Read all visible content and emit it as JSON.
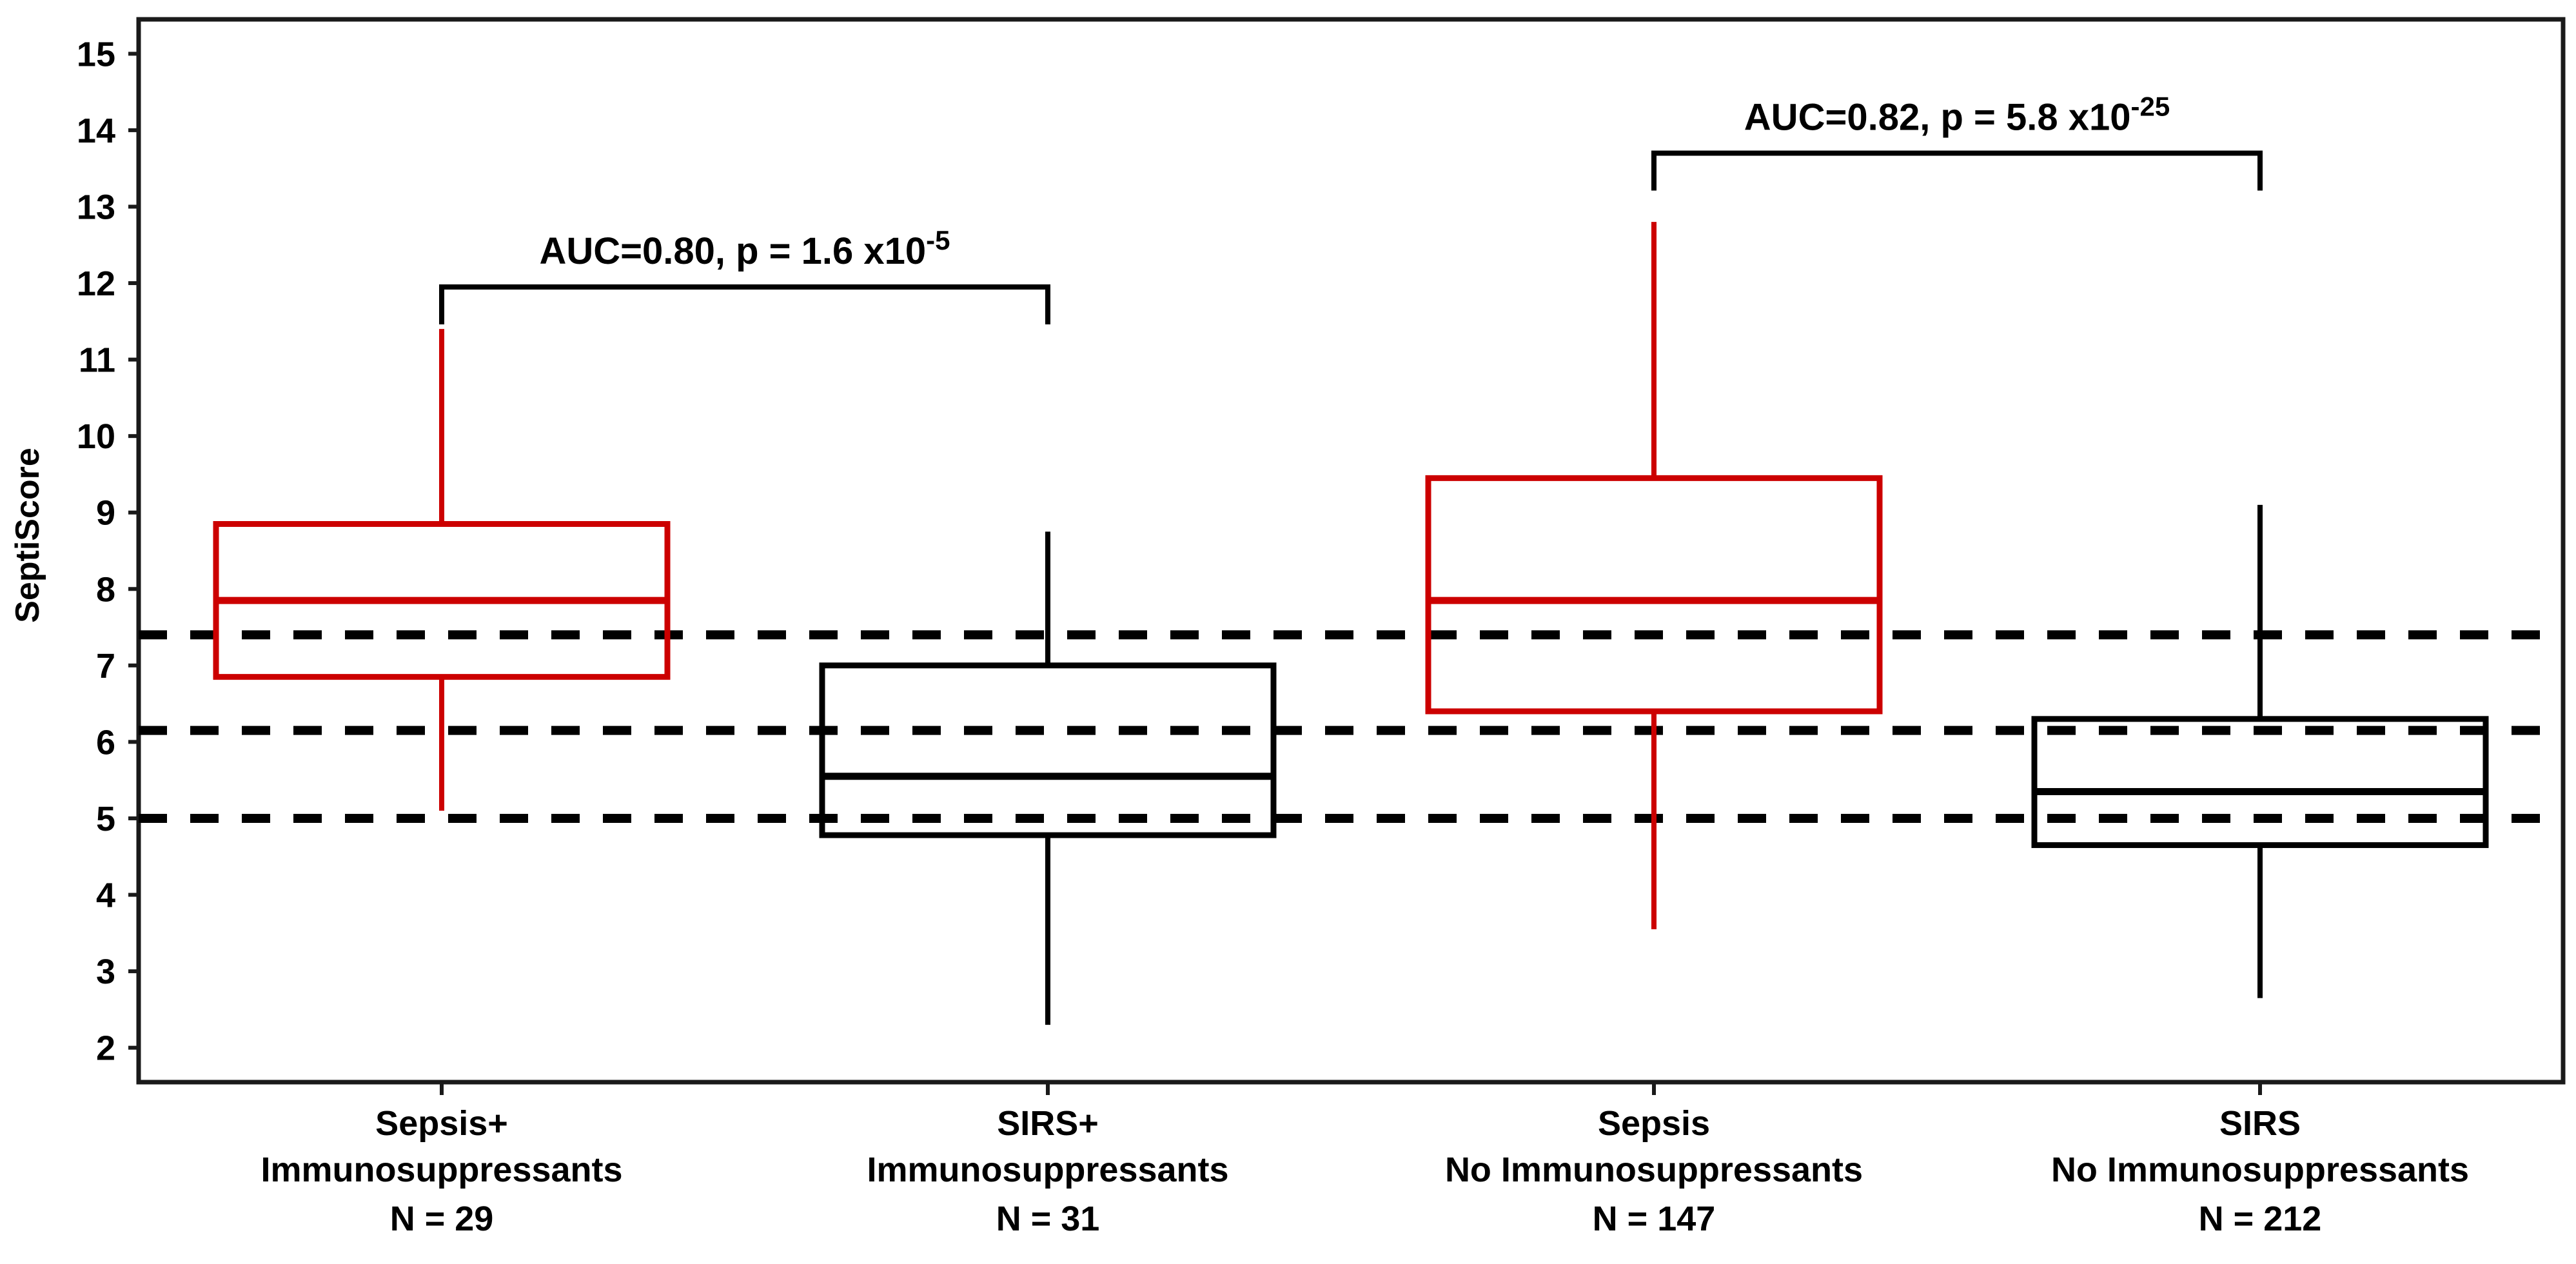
{
  "chart_data": {
    "type": "box",
    "title": "",
    "xlabel": "",
    "ylabel": "SeptiScore",
    "ylim": [
      1.55,
      15.45
    ],
    "yticks": [
      15,
      14,
      13,
      12,
      11,
      10,
      9,
      8,
      7,
      6,
      5,
      4,
      3,
      2
    ],
    "ytick_labels": [
      "15",
      "14",
      "13",
      "12",
      "11",
      "10",
      "9",
      "8",
      "7",
      "6",
      "5",
      "4",
      "3",
      "2"
    ],
    "grid": false,
    "legend": "none",
    "reference_lines": {
      "style": "dashed",
      "color": "#000000",
      "values": [
        7.4,
        6.15,
        5.0
      ]
    },
    "categories": [
      {
        "id": "sepsis-immunosuppressants",
        "label_line1": "Sepsis+",
        "label_line2": "Immunosuppressants",
        "label_line3": "N = 29",
        "n": 29,
        "color": "#CC0000"
      },
      {
        "id": "sirs-immunosuppressants",
        "label_line1": "SIRS+",
        "label_line2": "Immunosuppressants",
        "label_line3": "N = 31",
        "n": 31,
        "color": "#000000"
      },
      {
        "id": "sepsis-no-immunosuppressants",
        "label_line1": "Sepsis",
        "label_line2": "No Immunosuppressants",
        "label_line3": "N = 147",
        "n": 147,
        "color": "#CC0000"
      },
      {
        "id": "sirs-no-immunosuppressants",
        "label_line1": "SIRS",
        "label_line2": "No Immunosuppressants",
        "label_line3": "N = 212",
        "n": 212,
        "color": "#000000"
      }
    ],
    "boxes": [
      {
        "category": "sepsis-immunosuppressants",
        "whisker_low": 5.1,
        "q1": 6.85,
        "median": 7.85,
        "q3": 8.85,
        "whisker_high": 11.4,
        "color": "#CC0000"
      },
      {
        "category": "sirs-immunosuppressants",
        "whisker_low": 2.3,
        "q1": 4.78,
        "median": 5.55,
        "q3": 7.0,
        "whisker_high": 8.75,
        "color": "#000000"
      },
      {
        "category": "sepsis-no-immunosuppressants",
        "whisker_low": 3.55,
        "q1": 6.4,
        "median": 7.85,
        "q3": 9.45,
        "whisker_high": 12.8,
        "color": "#CC0000"
      },
      {
        "category": "sirs-no-immunosuppressants",
        "whisker_low": 2.65,
        "q1": 4.65,
        "median": 5.35,
        "q3": 6.3,
        "whisker_high": 9.1,
        "color": "#000000"
      }
    ],
    "annotations": [
      {
        "id": "comparison-1",
        "from_category": "sepsis-immunosuppressants",
        "to_category": "sirs-immunosuppressants",
        "auc_text": "AUC=0.80, p = 1.6 x10",
        "exponent": "-5",
        "auc": 0.8,
        "p_value": "1.6e-5",
        "bracket_y": 11.95
      },
      {
        "id": "comparison-2",
        "from_category": "sepsis-no-immunosuppressants",
        "to_category": "sirs-no-immunosuppressants",
        "auc_text": "AUC=0.82, p = 5.8 x10",
        "exponent": "-25",
        "auc": 0.82,
        "p_value": "5.8e-25",
        "bracket_y": 13.7
      }
    ]
  },
  "colors": {
    "sepsis_red": "#CC0000",
    "sirs_black": "#000000",
    "axis": "#1a1a1a",
    "background": "#ffffff"
  }
}
